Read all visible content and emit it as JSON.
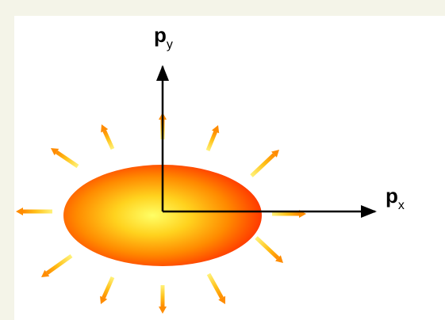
{
  "diagram": {
    "labels": {
      "py": {
        "base": "p",
        "sub": "y"
      },
      "px": {
        "base": "p",
        "sub": "x"
      }
    },
    "colors": {
      "background": "#f4f4e8",
      "panel": "#ffffff",
      "axis": "#000000",
      "blob_center": "#ffff66",
      "blob_mid": "#ffb000",
      "blob_edge": "#ff3000",
      "arrow_head": "#ff8c00",
      "arrow_tail": "#fff070"
    },
    "emission_arrows": {
      "count": 12,
      "icon": "flow-arrow-icon"
    }
  }
}
